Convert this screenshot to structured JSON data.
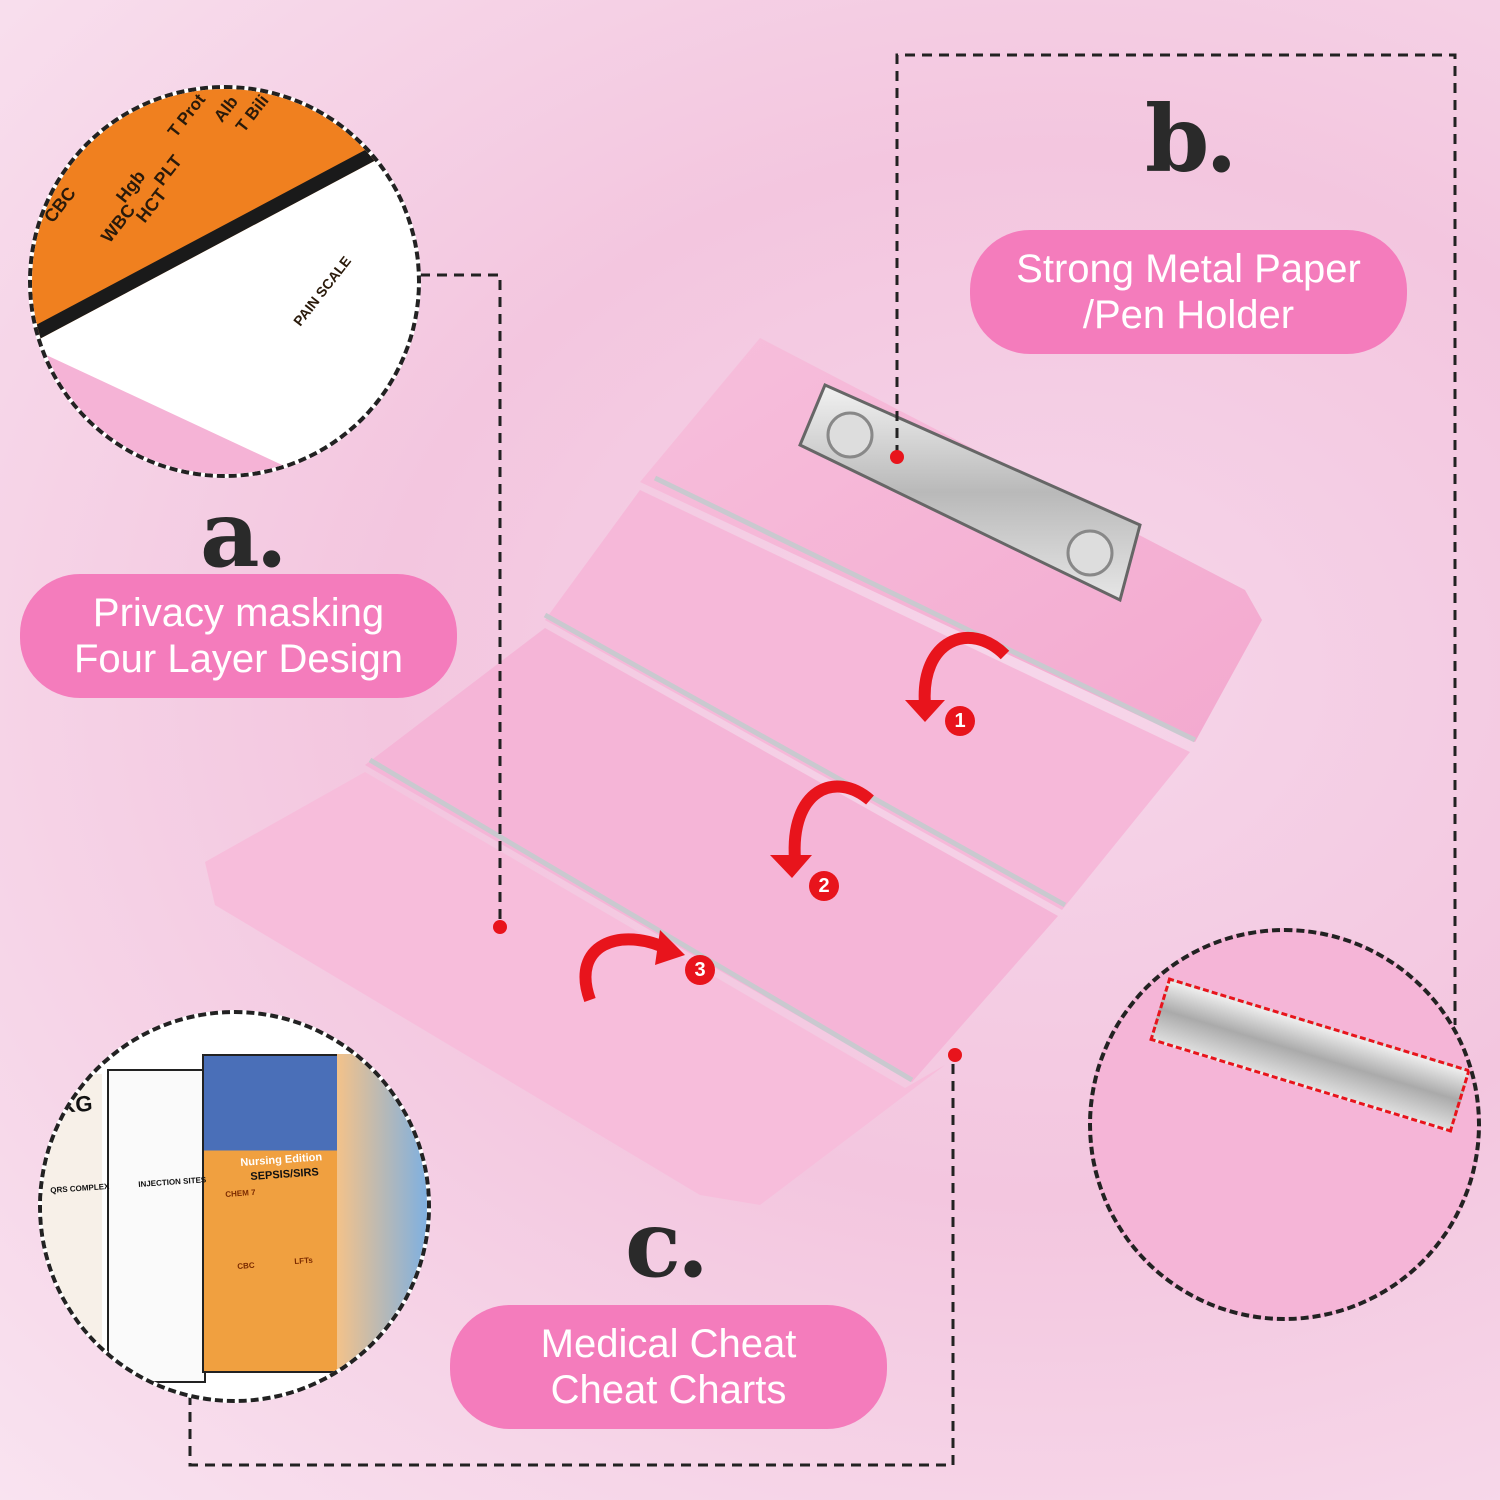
{
  "features": [
    {
      "letter": "a.",
      "line1": "Privacy masking",
      "line2": "Four Layer Design"
    },
    {
      "letter": "b.",
      "line1": "Strong Metal Paper",
      "line2": "/Pen Holder"
    },
    {
      "letter": "c.",
      "line1": "Medical Cheat",
      "line2": "Cheat Charts"
    }
  ],
  "steps": [
    "1",
    "2",
    "3"
  ],
  "colors": {
    "pill": "#f47cbc",
    "board": "#f5b3d6",
    "arrow": "#e8141c",
    "chart_orange": "#f0801f"
  },
  "detail_circles": {
    "a_chart_lettering": [
      "CBC",
      "WBC",
      "Hgb",
      "HCT",
      "PLT",
      "T Prot",
      "Alb",
      "T Bili",
      "PAIN SCALE"
    ],
    "c_chart_lettering": [
      "EKG",
      "QRS COMPLEX",
      "INJECTION SITES",
      "Nursing Edition",
      "SEPSIS/SIRS",
      "CHEM 7",
      "CBC",
      "LFTs"
    ]
  }
}
